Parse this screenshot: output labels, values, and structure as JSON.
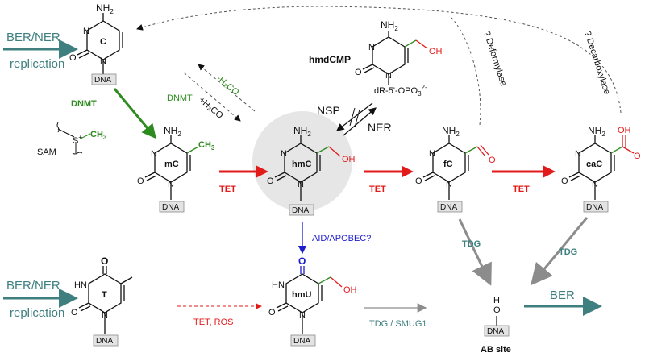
{
  "colors": {
    "teal": "#3f7f7f",
    "green": "#2e8b1f",
    "red": "#e31a1a",
    "blue": "#1d1dcc",
    "gray": "#8c8c8c",
    "black": "#111111",
    "circle": "#e6e6e6"
  },
  "pathways": {
    "ber_ner": "BER/NER",
    "replication": "replication",
    "ber_ner_2": "BER/NER",
    "replication_2": "replication",
    "ber": "BER"
  },
  "bases": {
    "c": "C",
    "mc": "mC",
    "hmc": "hmC",
    "fc": "fC",
    "cac": "caC",
    "t": "T",
    "hmu": "hmU"
  },
  "dna": "DNA",
  "nh2": "NH",
  "nh2_sub": "2",
  "atoms": {
    "n": "N",
    "o": "O",
    "oh": "OH",
    "h": "H",
    "hn": "HN",
    "ch3": "CH",
    "ch3_sub": "3",
    "s": "S",
    "plus": "+"
  },
  "enzymes": {
    "dnmt_green": "DNMT",
    "sam": "SAM",
    "dnmt": "DNMT",
    "h2co_minus": "-H₂CO",
    "h2co_plus": "+H₂CO",
    "tet1": "TET",
    "tet2": "TET",
    "tet3": "TET",
    "aid": "AID/APOBEC?",
    "tdg1": "TDG",
    "tdg2": "TDG",
    "tdg_smug": "TDG / SMUG1",
    "tet_ros": "TET, ROS",
    "nsp": "NSP",
    "ner": "NER",
    "deformylase": "? Deformylase",
    "decarboxylase": "? Decarboxylase"
  },
  "hmdcmp": {
    "title": "hmdCMP",
    "sugar_a": "dR-5'-OPO",
    "sugar_sub": "3",
    "sugar_sup": "2-"
  },
  "ab_site": "AB site"
}
